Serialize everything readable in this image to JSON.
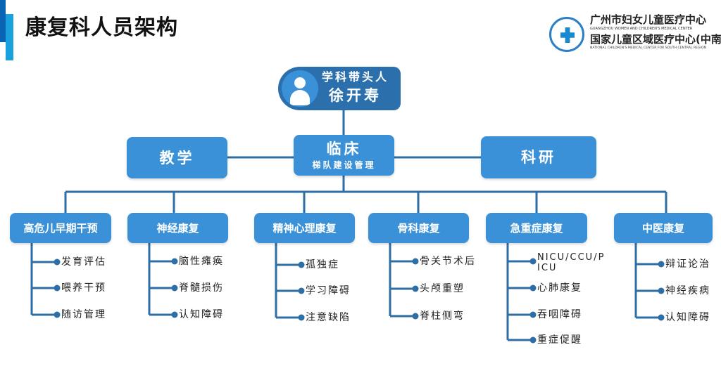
{
  "page": {
    "title": "康复科人员架构"
  },
  "logo": {
    "name_cn": "广州市妇女儿童医疗中心",
    "name_en": "GUANGZHOU WOMEN AND CHILDREN'S MEDICAL CENTER",
    "national_cn": "国家儿童区域医疗中心(中南)",
    "national_en": "NATIONAL CHILDREN'S MEDICAL CENTER FOR SOUTH CENTRAL REGION"
  },
  "leader": {
    "role": "学科带头人",
    "name": "徐开寿",
    "icon": "person-icon"
  },
  "branches": {
    "teaching": "教学",
    "clinical": "临床",
    "clinical_sub": "梯队建设管理",
    "research": "科研"
  },
  "colors": {
    "box": "#3a91d8",
    "leader": "#2b70ad",
    "line": "#2d6ea6"
  },
  "departments": [
    {
      "title": "高危儿早期干预",
      "items": [
        "发育评估",
        "喂养干预",
        "随访管理"
      ]
    },
    {
      "title": "神经康复",
      "items": [
        "脑性瘫痪",
        "脊髓损伤",
        "认知障碍"
      ]
    },
    {
      "title": "精神心理康复",
      "items": [
        "孤独症",
        "学习障碍",
        "注意缺陷"
      ]
    },
    {
      "title": "骨科康复",
      "items": [
        "骨关节术后",
        "头颅重塑",
        "脊柱侧弯"
      ]
    },
    {
      "title": "急重症康复",
      "items": [
        "NICU/CCU/PICU",
        "心肺康复",
        "吞咽障碍",
        "重症促醒"
      ]
    },
    {
      "title": "中医康复",
      "items": [
        "辩证论治",
        "神经疾病",
        "认知障碍"
      ]
    }
  ]
}
